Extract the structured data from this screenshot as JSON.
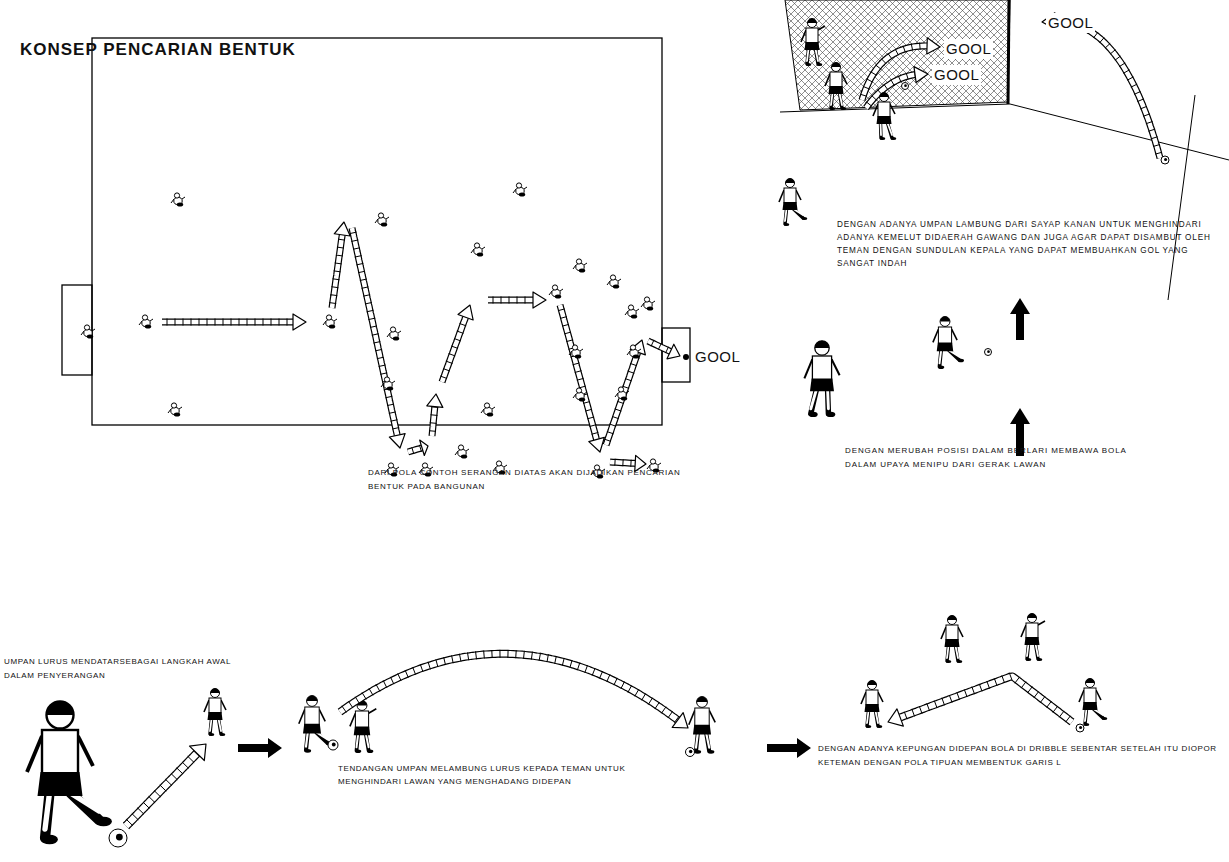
{
  "diagram": {
    "title": "KONSEP PENCARIAN BENTUK",
    "caption": "DARI POLA CONTOH SERANGAN DIATAS AKAN DIJADIKAN PENCARIAN BENTUK PADA BANGUNAN",
    "labels": [
      "GOOL",
      "GOOL",
      "GOOL",
      "GOOL",
      "DENGAN ADANYA UMPAN LAMBUNG DARI SAYAP KANAN UNTUK MENGHINDARI ADANYA KEMELUT DIDAERAH GAWANG DAN JUGA AGAR DAPAT DISAMBUT OLEH TEMAN DENGAN SUNDULAN KEPALA YANG DAPAT MEMBUAHKAN GOL YANG SANGAT INDAH",
      "DENGAN MERUBAH POSISI DALAM BERLARI MEMBAWA BOLA DALAM UPAYA MENIPU DARI GERAK LAWAN",
      "UMPAN LURUS MENDATARSEBAGAI LANGKAH AWAL DALAM PENYERANGAN",
      "TENDANGAN UMPAN MELAMBUNG LURUS KEPADA TEMAN UNTUK MENGHINDARI LAWAN YANG MENGHADANG DIDEPAN",
      "DENGAN ADANYA KEPUNGAN DIDEPAN BOLA DI DRIBBLE SEBENTAR SETELAH ITU DIOPOR KETEMAN DENGAN POLA TIPUAN MEMBENTUK GARIS L"
    ]
  }
}
